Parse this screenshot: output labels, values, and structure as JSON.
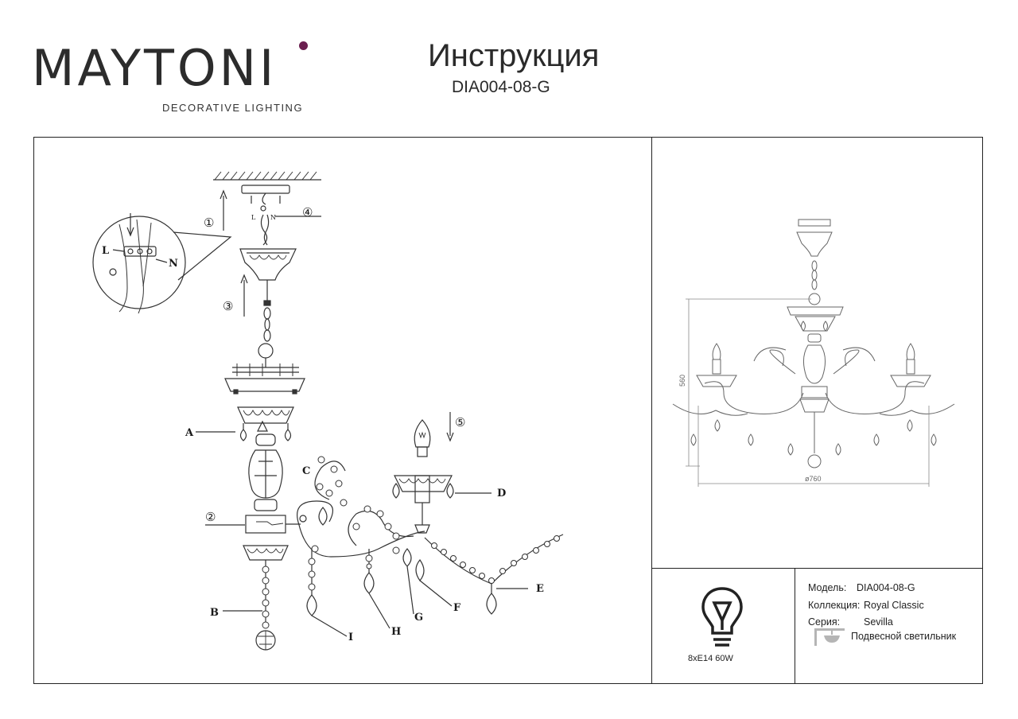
{
  "brand": {
    "name": "MAYTONI",
    "tagline": "DECORATIVE LIGHTING",
    "accent_color": "#6b1f4f"
  },
  "document": {
    "title": "Инструкция",
    "model_code": "DIA004-08-G"
  },
  "assembly": {
    "step_markers": [
      "①",
      "②",
      "③",
      "④",
      "⑤"
    ],
    "part_labels": [
      "A",
      "B",
      "C",
      "D",
      "E",
      "F",
      "G",
      "H",
      "I"
    ],
    "wire_labels": {
      "live": "L",
      "neutral": "N"
    },
    "terminal_labels": {
      "live": "L",
      "neutral": "N"
    }
  },
  "dimensions": {
    "height": "560",
    "diameter": "ø760"
  },
  "lamp": {
    "icon": "light-bulb-icon",
    "spec": "8xE14 60W"
  },
  "specs": {
    "model_label": "Модель:",
    "model_value": "DIA004-08-G",
    "collection_label": "Коллекция:",
    "collection_value": "Royal Classic",
    "series_label": "Серия:",
    "series_value": "Sevilla",
    "type_icon": "pendant-lamp-icon",
    "type_value": "Подвесной светильник"
  }
}
